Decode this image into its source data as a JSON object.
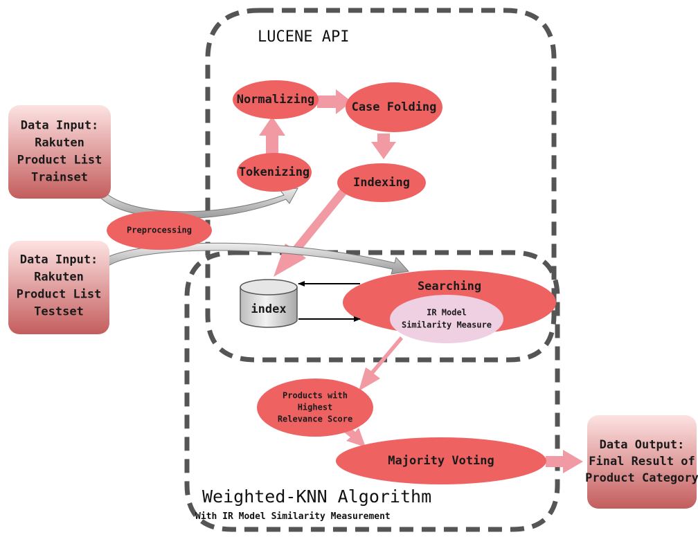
{
  "colors": {
    "ellipse_fill": "#ef6262",
    "arrow_fill": "#f19aa3",
    "box_gradient_top": "#fde2e2",
    "box_gradient_bottom": "#c45d5d",
    "dash_stroke": "#555555",
    "inner_ellipse_fill": "#efcfe2",
    "cylinder_fill": "#d9d9d9"
  },
  "regions": {
    "lucene": {
      "title": "LUCENE API"
    },
    "knn": {
      "title": "Weighted-KNN Algorithm",
      "subtitle": "With IR Model Similarity Measurement"
    }
  },
  "boxes": {
    "trainset": {
      "lines": [
        "Data Input:",
        "Rakuten",
        "Product List",
        "Trainset"
      ]
    },
    "testset": {
      "lines": [
        "Data Input:",
        "Rakuten",
        "Product List",
        "Testset"
      ]
    },
    "output": {
      "lines": [
        "Data Output:",
        "Final Result of",
        "Product Category"
      ]
    }
  },
  "nodes": {
    "normalizing": {
      "lines": [
        "Normalizing"
      ]
    },
    "case_folding": {
      "lines": [
        "Case Folding"
      ]
    },
    "tokenizing": {
      "lines": [
        "Tokenizing"
      ]
    },
    "indexing": {
      "lines": [
        "Indexing"
      ]
    },
    "preprocessing": {
      "lines": [
        "Preprocessing"
      ]
    },
    "index_store": {
      "lines": [
        "index"
      ]
    },
    "searching": {
      "lines": [
        "Searching"
      ]
    },
    "ir_model": {
      "lines": [
        "IR Model",
        "Similarity Measure"
      ]
    },
    "products": {
      "lines": [
        "Products with",
        "Highest",
        "Relevance Score"
      ]
    },
    "majority_voting": {
      "lines": [
        "Majority Voting"
      ]
    }
  }
}
